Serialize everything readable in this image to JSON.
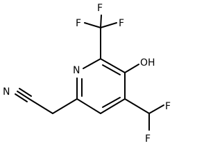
{
  "labels": {
    "f_top_left": "F",
    "f_top_middle": "F",
    "f_top_right": "F",
    "hydroxyl": "OH",
    "ring_nitrogen": "N",
    "nitrile_nitrogen": "N",
    "f_difluoro_right": "F",
    "f_difluoro_bottom": "F"
  }
}
